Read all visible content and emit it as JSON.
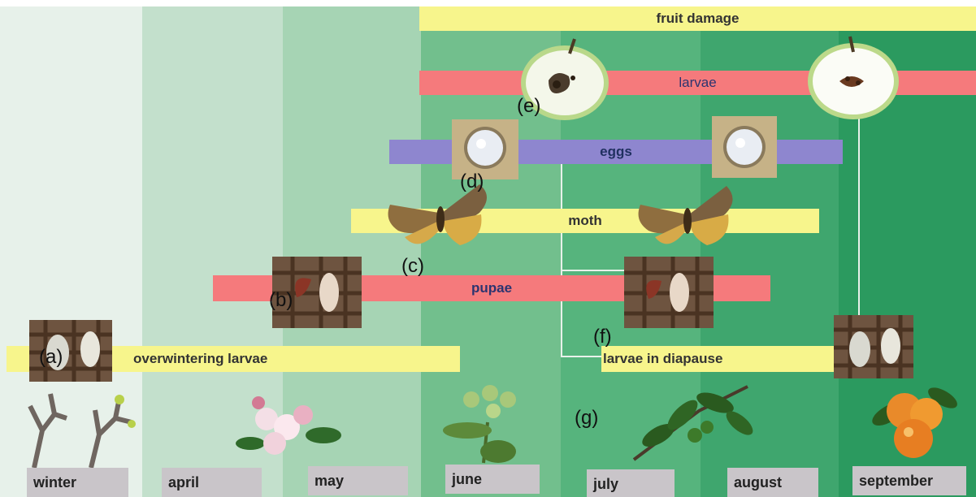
{
  "months": [
    "winter",
    "april",
    "may",
    "june",
    "july",
    "august",
    "september"
  ],
  "bars": {
    "fruit_damage": "fruit damage",
    "larvae": "larvae",
    "eggs": "eggs",
    "moth": "moth",
    "pupae": "pupae",
    "overwintering_larvae": "overwintering larvae",
    "larvae_in_diapause": "larvae in diapause"
  },
  "markers": [
    "(a)",
    "(b)",
    "(c)",
    "(d)",
    "(e)",
    "(f)",
    "(g)"
  ],
  "colors": {
    "yellow_bar": "#f7f58c",
    "red_bar": "#f57a7c",
    "purple_bar": "#8e86cf",
    "band_winter": "#e7f1ea",
    "band_april": "#c3e0cc",
    "band_may": "#a6d4b4",
    "band_june": "#72bf8d",
    "band_july": "#56b47d",
    "band_august": "#3fa66e",
    "band_september": "#2b9a5f"
  },
  "icons": [
    "apple-half-icon",
    "egg-icon",
    "moth-icon",
    "pupa-in-bark-icon",
    "larva-in-bark-icon",
    "twig-bud-icon",
    "apple-blossom-icon",
    "fruitlet-icon",
    "leafy-branch-icon",
    "ripe-apple-icon"
  ]
}
